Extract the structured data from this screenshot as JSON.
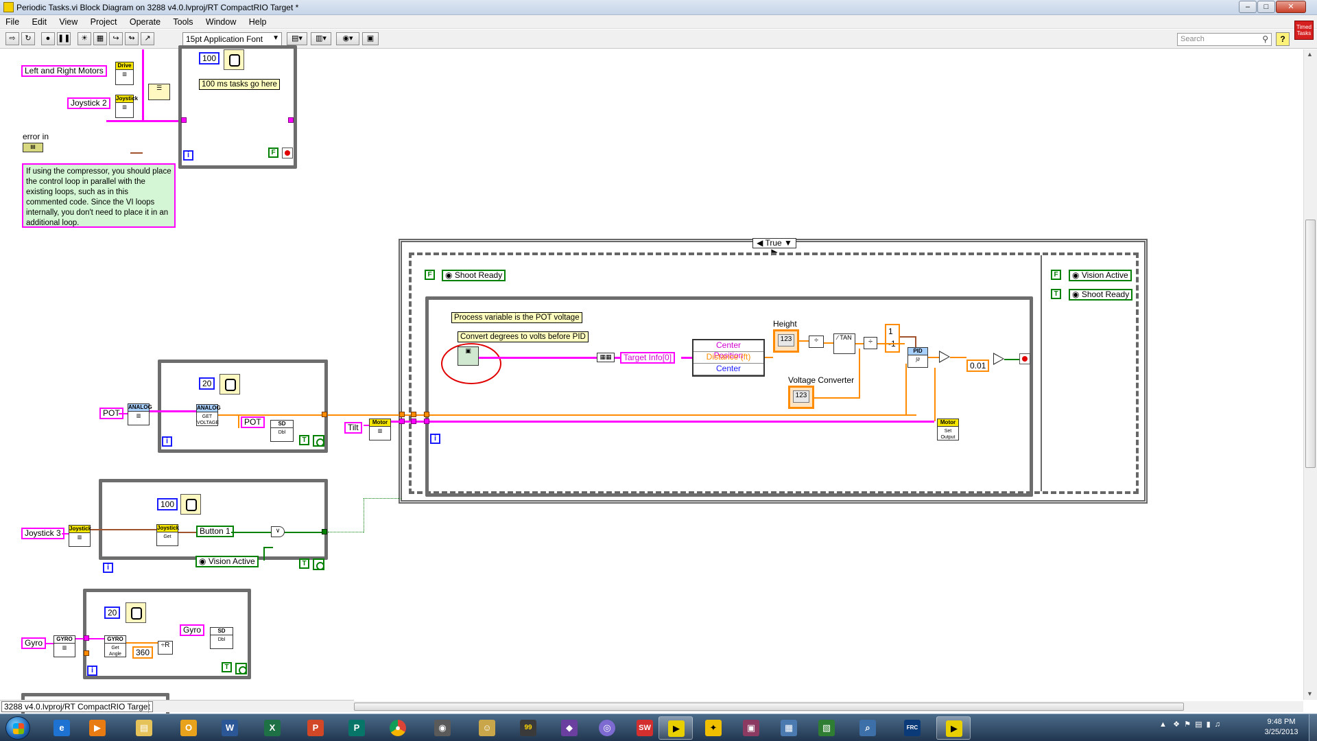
{
  "window": {
    "title": "Periodic Tasks.vi Block Diagram on 3288 v4.0.lvproj/RT CompactRIO Target *",
    "min": "–",
    "max": "□",
    "close": "✕"
  },
  "menu": [
    "File",
    "Edit",
    "View",
    "Project",
    "Operate",
    "Tools",
    "Window",
    "Help"
  ],
  "toolbar": {
    "font_selector": "15pt Application Font",
    "search_placeholder": "Search",
    "help": "?",
    "timed_badge": "Timed Tasks"
  },
  "diagram": {
    "controls": {
      "left_right_motors": "Left and Right Motors",
      "joystick2": "Joystick 2",
      "pot": "POT",
      "tilt": "Tilt",
      "joystick3": "Joystick 3",
      "gyro": "Gyro",
      "pot_local": "POT",
      "gyro_local": "Gyro"
    },
    "error_in_label": "error in",
    "comment": "If using the compressor, you should place the control loop in parallel with the existing loops, such as in this commented code. Since the VI loops internally, you don't need to place it in an additional loop.",
    "constants": {
      "c100_top": "100",
      "c20_pot": "20",
      "c100_joy": "100",
      "c20_gyro": "20",
      "c360": "360",
      "c001": "0.01",
      "one": "1",
      "neg_one": "-1"
    },
    "notes": {
      "ms100": "100 ms tasks go here",
      "process_var": "Process variable is the POT voltage",
      "convert_deg": "Convert degrees to volts before PID"
    },
    "case_selector": "True",
    "shoot_ready": "Shoot Ready",
    "vision_active": "Vision Active",
    "shoot_ready2": "Shoot Ready",
    "vision_active_local": "Vision Active",
    "button1": "Button 1",
    "target_info": "Target Info[0]",
    "unbundle": {
      "center_position": "Center Position",
      "distance": "Distance (ft)",
      "center": "Center"
    },
    "height_label": "Height",
    "voltage_label": "Voltage Converter",
    "flag_false": "F",
    "flag_true": "T",
    "iter": "i",
    "subvis": {
      "drive": "Drive",
      "joystick": "Joystick",
      "analog": "ANALOG",
      "get_voltage": "GET VOLTAGE",
      "motor": "Motor",
      "motor_set": "Set Output",
      "gyro": "GYRO",
      "gyro_get": "Get Angle",
      "joy_get": "Get",
      "pid": "PID",
      "sd": "SD",
      "dbl": "Dbl"
    },
    "indicator_text": "123"
  },
  "statusbar": {
    "target": "3288 v4.0.lvproj/RT CompactRIO Target"
  },
  "taskbar": {
    "time": "9:48 PM",
    "date": "3/25/2013",
    "icons": [
      "e",
      "▶",
      "▤",
      "O",
      "W",
      "X",
      "P",
      "P",
      "●",
      "◉",
      "☺",
      "99",
      "◆",
      "◎",
      "SW",
      "▶",
      "✦",
      "▣",
      "▦",
      "▧",
      "⌕",
      "FRC",
      "▶"
    ]
  }
}
